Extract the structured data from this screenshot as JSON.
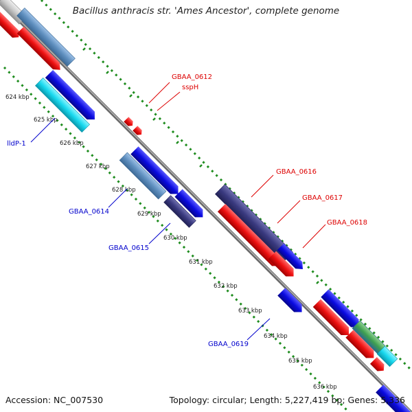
{
  "title": "Bacillus anthracis str. 'Ames Ancestor', complete genome",
  "accession": "Accession: NC_007530",
  "topology": "Topology: circular; Length: 5,227,419 bp; Genes: 5,336",
  "colors": {
    "forward_cds": "#0a0ae0",
    "reverse_cds": "#ee1111",
    "rna": "#3a3a80",
    "pseudo": "#5f8fbf",
    "cyan": "#18d8ee",
    "green": "#3fa050",
    "grey": "#c0c0c0",
    "backbone": "#8a8a8a",
    "ticks": "#1e8c1e",
    "label_forward": "#0000cc",
    "label_reverse": "#dd0000"
  },
  "kbp_labels": [
    "624 kbp",
    "625 kbp",
    "626 kbp",
    "627 kbp",
    "628 kbp",
    "629 kbp",
    "630 kbp",
    "631 kbp",
    "632 kbp",
    "633 kbp",
    "634 kbp",
    "635 kbp",
    "636 kbp"
  ],
  "gene_labels": {
    "g0612": "GBAA_0612",
    "ssph": "sspH",
    "g0616": "GBAA_0616",
    "g0617": "GBAA_0617",
    "g0618": "GBAA_0618",
    "llldp": "lldP-1",
    "g0614": "GBAA_0614",
    "g0615": "GBAA_0615",
    "g0619": "GBAA_0619"
  }
}
